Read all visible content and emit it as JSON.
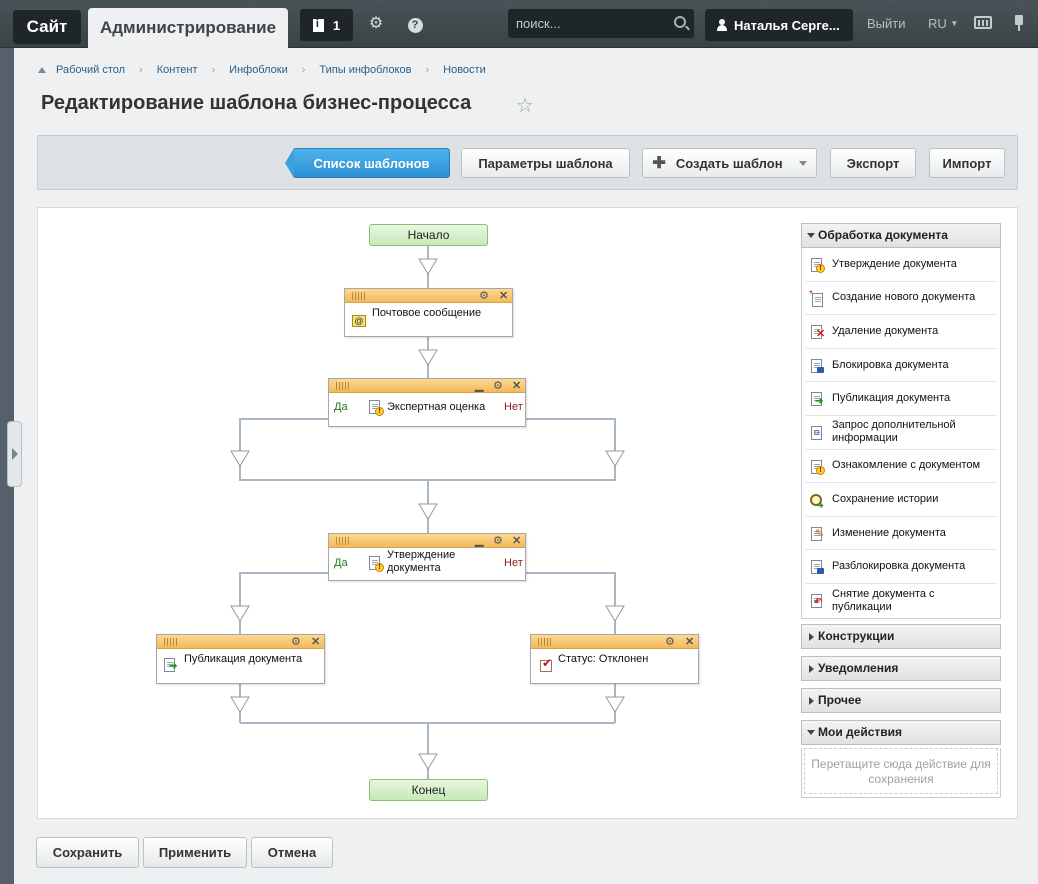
{
  "topbar": {
    "site_tab": "Сайт",
    "admin_tab": "Администрирование",
    "notifications_count": "1",
    "search_placeholder": "поиск...",
    "user_name": "Наталья Серге...",
    "logout": "Выйти",
    "language": "RU"
  },
  "breadcrumb": [
    "Рабочий стол",
    "Контент",
    "Инфоблоки",
    "Типы инфоблоков",
    "Новости"
  ],
  "page": {
    "title": "Редактирование шаблона бизнес-процесса"
  },
  "toolbar": {
    "templates_list": "Список шаблонов",
    "template_params": "Параметры шаблона",
    "create_template": "Создать шаблон",
    "export": "Экспорт",
    "import": "Импорт"
  },
  "flow": {
    "start": "Начало",
    "end": "Конец",
    "mail_activity": "Почтовое сообщение",
    "expert_review": "Экспертная оценка",
    "approval": "Утверждение документа",
    "approval_line1": "Утверждение",
    "approval_line2": "документа",
    "publish_activity": "Публикация документа",
    "status_rejected": "Статус: Отклонен",
    "yes": "Да",
    "no": "Нет"
  },
  "palette": {
    "doc_processing": {
      "title": "Обработка документа",
      "items": [
        {
          "label": "Утверждение документа",
          "icon": "approve-doc-icon"
        },
        {
          "label": "Создание нового документа",
          "icon": "new-doc-icon"
        },
        {
          "label": "Удаление документа",
          "icon": "delete-doc-icon"
        },
        {
          "label": "Блокировка документа",
          "icon": "lock-doc-icon"
        },
        {
          "label": "Публикация документа",
          "icon": "publish-doc-icon"
        },
        {
          "label": "Запрос дополнительной информации",
          "icon": "request-info-icon"
        },
        {
          "label": "Ознакомление с документом",
          "icon": "review-doc-icon"
        },
        {
          "label": "Сохранение истории",
          "icon": "history-icon"
        },
        {
          "label": "Изменение документа",
          "icon": "edit-doc-icon"
        },
        {
          "label": "Разблокировка документа",
          "icon": "unlock-doc-icon"
        },
        {
          "label": "Снятие документа с публикации",
          "icon": "unpublish-doc-icon"
        }
      ]
    },
    "constructions": "Конструкции",
    "notifications": "Уведомления",
    "other": "Прочее",
    "my_actions": "Мои действия",
    "drop_hint": "Перетащите сюда действие для сохранения"
  },
  "bottom": {
    "save": "Сохранить",
    "apply": "Применить",
    "cancel": "Отмена"
  },
  "colors": {
    "accent_blue": "#2b8fd3",
    "activity_header": "#f3b95b",
    "terminal_green": "#c6e9b6",
    "topbar": "#3a4246"
  }
}
